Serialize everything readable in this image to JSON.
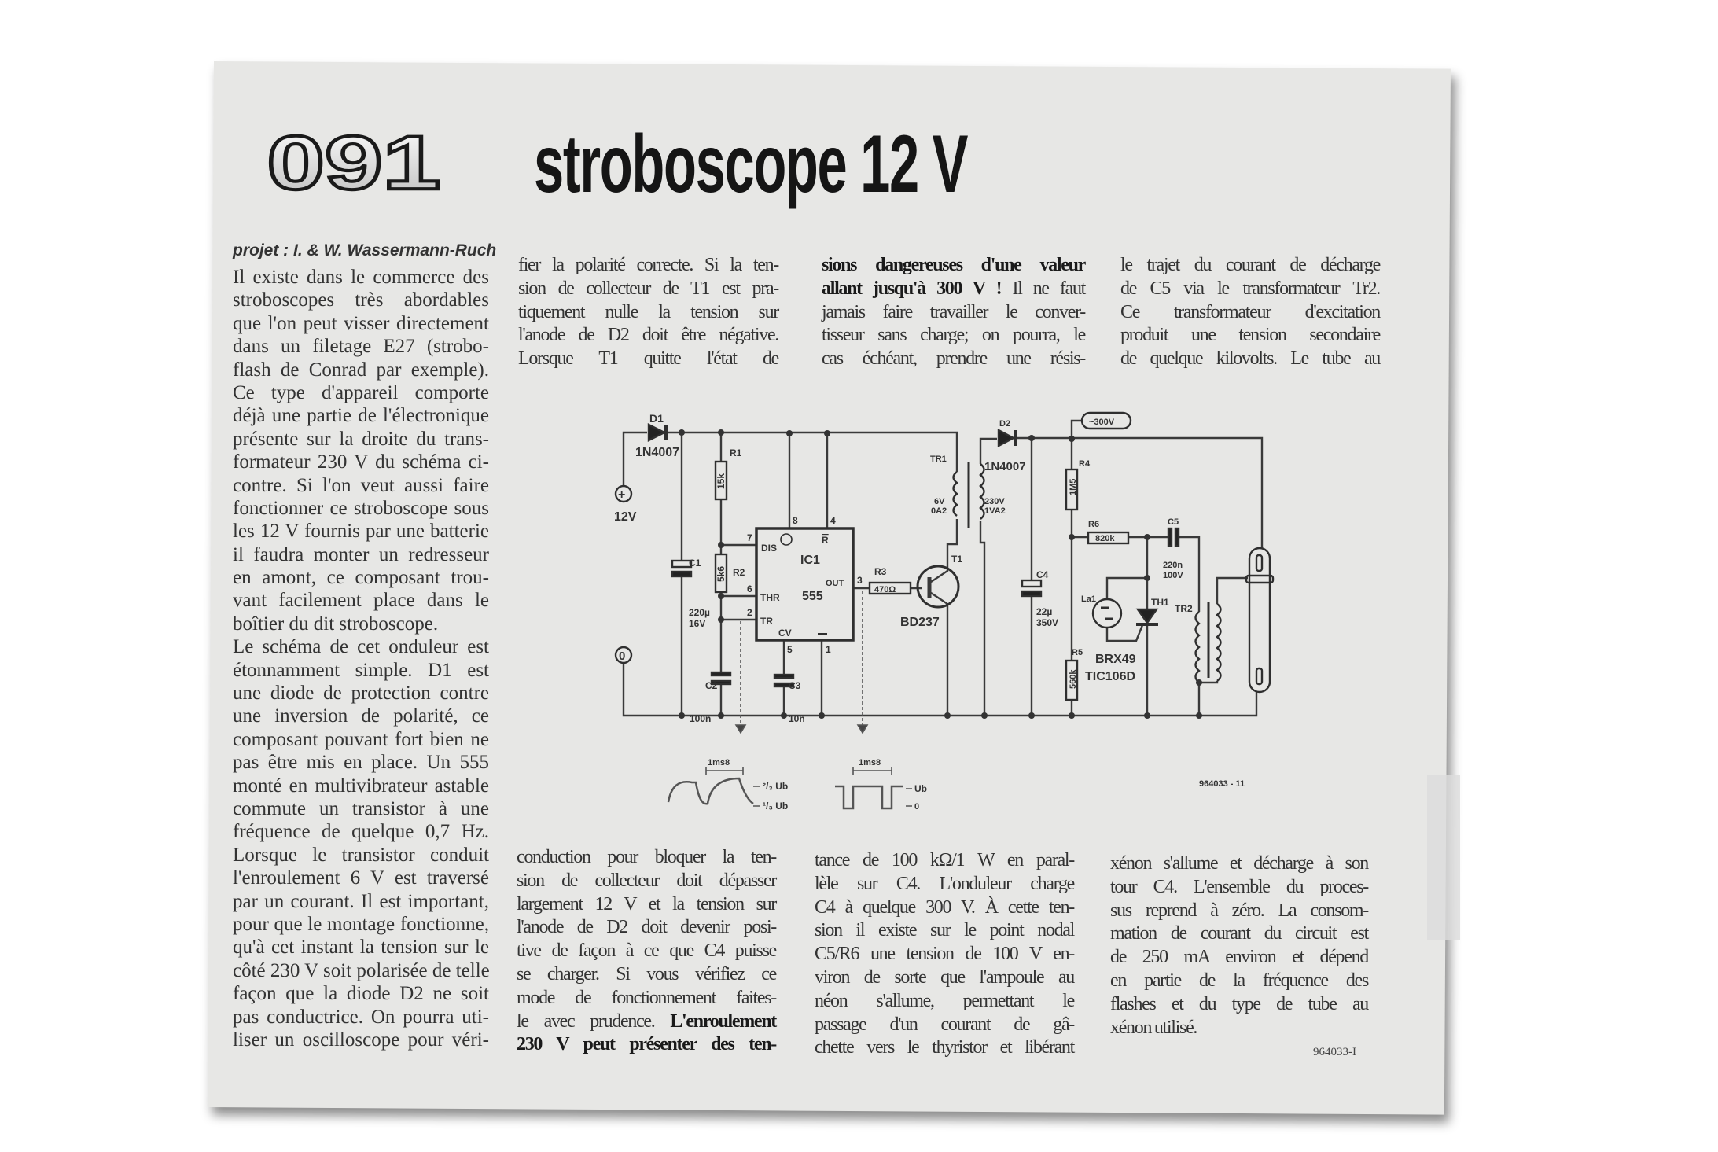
{
  "article": {
    "number": "091",
    "title": "stroboscope 12 V",
    "byline": "projet : I. & W. Wassermann-Ruch",
    "columns": {
      "col1": [
        [
          {
            "t": "Il existe dans le commerce des"
          }
        ],
        [
          {
            "t": "stroboscopes très abordables"
          }
        ],
        [
          {
            "t": "que l'on peut visser directement"
          }
        ],
        [
          {
            "t": "dans un filetage E27 (strobo-"
          }
        ],
        [
          {
            "t": "flash de Conrad par exemple)."
          }
        ],
        [
          {
            "t": "Ce type d'appareil comporte"
          }
        ],
        [
          {
            "t": "déjà une partie de l'électronique"
          }
        ],
        [
          {
            "t": "présente sur la droite du trans-"
          }
        ],
        [
          {
            "t": "formateur 230 V du schéma ci-"
          }
        ],
        [
          {
            "t": "contre. Si l'on veut aussi faire"
          }
        ],
        [
          {
            "t": "fonctionner ce stroboscope sous"
          }
        ],
        [
          {
            "t": "les 12 V fournis par une batterie"
          }
        ],
        [
          {
            "t": "il faudra monter un redresseur"
          }
        ],
        [
          {
            "t": "en amont, ce composant trou-"
          }
        ],
        [
          {
            "t": "vant facilement place dans le"
          }
        ],
        [
          {
            "t": "boîtier du dit stroboscope.",
            "last": true
          }
        ],
        [
          {
            "t": "Le schéma de cet onduleur est"
          }
        ],
        [
          {
            "t": "étonnamment simple. D1 est"
          }
        ],
        [
          {
            "t": "une diode de protection contre"
          }
        ],
        [
          {
            "t": "une inversion de polarité, ce"
          }
        ],
        [
          {
            "t": "composant pouvant fort bien ne"
          }
        ],
        [
          {
            "t": "pas être mis en place. Un 555"
          }
        ],
        [
          {
            "t": "monté en multivibrateur astable"
          }
        ],
        [
          {
            "t": "commute un transistor à une"
          }
        ],
        [
          {
            "t": "fréquence de quelque 0,7 Hz."
          }
        ],
        [
          {
            "t": "Lorsque le transistor conduit"
          }
        ],
        [
          {
            "t": "l'enroulement 6 V est traversé"
          }
        ],
        [
          {
            "t": "par un courant. Il est important,"
          }
        ],
        [
          {
            "t": "pour que le montage fonctionne,"
          }
        ],
        [
          {
            "t": "qu'à cet instant la tension sur le"
          }
        ],
        [
          {
            "t": "côté 230 V soit polarisée de telle"
          }
        ],
        [
          {
            "t": "façon que la diode D2 ne soit"
          }
        ],
        [
          {
            "t": "pas conductrice. On pourra uti-"
          }
        ],
        [
          {
            "t": "liser un oscilloscope pour véri-"
          }
        ]
      ],
      "col2_top": [
        [
          {
            "t": "fier la polarité correcte. Si la ten-"
          }
        ],
        [
          {
            "t": "sion de collecteur de T1 est pra-"
          }
        ],
        [
          {
            "t": "tiquement nulle la tension sur"
          }
        ],
        [
          {
            "t": "l'anode de D2 doit être négative."
          }
        ],
        [
          {
            "t": "Lorsque T1 quitte l'état de"
          }
        ]
      ],
      "col3_top": [
        [
          {
            "t": "sions dangereuses d'une valeur",
            "b": true
          }
        ],
        [
          {
            "t": "allant jusqu'à 300 V !",
            "b": true
          },
          {
            "t": " Il ne faut"
          }
        ],
        [
          {
            "t": "jamais faire travailler le conver-"
          }
        ],
        [
          {
            "t": "tisseur sans charge; on pourra, le"
          }
        ],
        [
          {
            "t": "cas échéant, prendre une résis-"
          }
        ]
      ],
      "col4_top": [
        [
          {
            "t": "le trajet du courant de décharge"
          }
        ],
        [
          {
            "t": "de C5 via le transformateur Tr2."
          }
        ],
        [
          {
            "t": "Ce transformateur d'excitation"
          }
        ],
        [
          {
            "t": "produit une tension secondaire"
          }
        ],
        [
          {
            "t": "de quelque kilovolts. Le tube au"
          }
        ]
      ],
      "col2_bottom": [
        [
          {
            "t": "conduction pour bloquer la ten-"
          }
        ],
        [
          {
            "t": "sion de collecteur doit dépasser"
          }
        ],
        [
          {
            "t": "largement 12 V et la tension sur"
          }
        ],
        [
          {
            "t": "l'anode de D2 doit devenir posi-"
          }
        ],
        [
          {
            "t": "tive de façon à ce que C4 puisse"
          }
        ],
        [
          {
            "t": "se charger. Si vous vérifiez ce"
          }
        ],
        [
          {
            "t": "mode de fonctionnement faites-"
          }
        ],
        [
          {
            "t": "le avec prudence. "
          },
          {
            "t": "L'enroulement",
            "b": true
          }
        ],
        [
          {
            "t": "230 V peut présenter des ten-",
            "b": true
          }
        ]
      ],
      "col3_bottom": [
        [
          {
            "t": "tance de 100 kΩ/1 W en paral-"
          }
        ],
        [
          {
            "t": "lèle sur C4. L'onduleur charge"
          }
        ],
        [
          {
            "t": "C4 à quelque 300 V. À cette ten-"
          }
        ],
        [
          {
            "t": "sion il existe sur le point nodal"
          }
        ],
        [
          {
            "t": "C5/R6 une tension de 100 V en-"
          }
        ],
        [
          {
            "t": "viron de sorte que l'ampoule au"
          }
        ],
        [
          {
            "t": "néon s'allume, permettant le"
          }
        ],
        [
          {
            "t": "passage d'un courant de gâ-"
          }
        ],
        [
          {
            "t": "chette vers le thyristor et libérant"
          }
        ]
      ],
      "col4_bottom": [
        [
          {
            "t": "xénon s'allume et décharge à son"
          }
        ],
        [
          {
            "t": "tour C4. L'ensemble du proces-"
          }
        ],
        [
          {
            "t": "sus reprend à zéro. La consom-"
          }
        ],
        [
          {
            "t": "mation de courant du circuit est"
          }
        ],
        [
          {
            "t": "de 250 mA environ et dépend"
          }
        ],
        [
          {
            "t": "en partie de la fréquence des"
          }
        ],
        [
          {
            "t": "flashes et du type de tube au"
          }
        ],
        [
          {
            "t": "xénon utilisé.",
            "last": true
          }
        ]
      ]
    },
    "reference": "964033-I"
  },
  "schematic": {
    "labels": {
      "d1": "D1",
      "d1_type": "1N4007",
      "plus": "+",
      "v12": "12V",
      "zero": "0",
      "r1": "R1",
      "r1_val": "15k",
      "r2": "R2",
      "r2_val": "5k6",
      "c1": "C1",
      "c1_val1": "220µ",
      "c1_val2": "16V",
      "c2": "C2",
      "c2_val": "100n",
      "c3": "C3",
      "c3_val": "10n",
      "pin7": "7",
      "pin6": "6",
      "pin2": "2",
      "pin8": "8",
      "pin4": "4",
      "pin5": "5",
      "pin1": "1",
      "pin3": "3",
      "dis": "DIS",
      "thr": "THR",
      "tr": "TR",
      "cv": "CV",
      "reset": "R",
      "ic1": "IC1",
      "ic_type": "555",
      "out": "OUT",
      "r3": "R3",
      "r3_val": "470Ω",
      "t1": "T1",
      "t1_type": "BD237",
      "tr1": "TR1",
      "tr1_p1": "6V",
      "tr1_p2": "0A2",
      "tr1_s1": "230V",
      "tr1_s2": "1VA2",
      "d2": "D2",
      "d2_type": "1N4007",
      "hv": "~300V",
      "r4": "R4",
      "r4_val": "1M5",
      "r5": "R5",
      "r5_val": "560k",
      "r6": "R6",
      "r6_val": "820k",
      "c4": "C4",
      "c4_val1": "22µ",
      "c4_val2": "350V",
      "c5": "C5",
      "c5_val1": "220n",
      "c5_val2": "100V",
      "la1": "La1",
      "th1": "TH1",
      "th1_type1": "BRX49",
      "th1_type2": "TIC106D",
      "tr2": "TR2",
      "fig_id": "964033 - 11",
      "wave1_period": "1ms8",
      "wave1_hi": "²/₃ Ub",
      "wave1_lo": "¹/₃ Ub",
      "wave2_period": "1ms8",
      "wave2_hi": "Ub",
      "wave2_lo": "0"
    }
  }
}
